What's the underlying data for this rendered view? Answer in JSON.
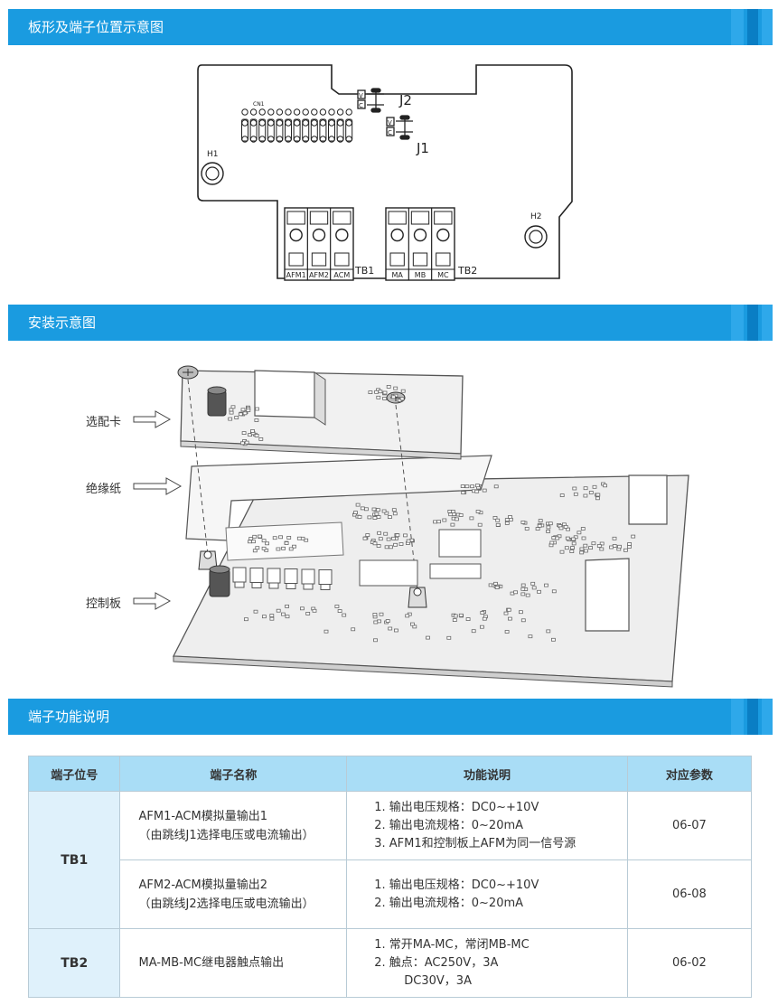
{
  "sections": {
    "board_layout": "板形及端子位置示意图",
    "install": "安装示意图",
    "terminal_function": "端子功能说明"
  },
  "board": {
    "cn1_label": "CN1",
    "h1_label": "H1",
    "h2_label": "H2",
    "j1_label": "J1",
    "j2_label": "J2",
    "jumper_v": "V",
    "jumper_c": "C",
    "tb1_label": "TB1",
    "tb2_label": "TB2",
    "tb1_terminals": [
      "AFM1",
      "AFM2",
      "ACM"
    ],
    "tb2_terminals": [
      "MA",
      "MB",
      "MC"
    ]
  },
  "install": {
    "labels": {
      "option_card": "选配卡",
      "insulation_paper": "绝缘纸",
      "control_board": "控制板"
    }
  },
  "table": {
    "headers": [
      "端子位号",
      "端子名称",
      "功能说明",
      "对应参数"
    ],
    "groups": [
      {
        "terminal": "TB1",
        "rows": [
          {
            "name_lines": [
              "AFM1-ACM模拟量输出1",
              "（由跳线J1选择电压或电流输出）"
            ],
            "func_lines": [
              "1. 输出电压规格：DC0~+10V",
              "2. 输出电流规格：0~20mA",
              "3. AFM1和控制板上AFM为同一信号源"
            ],
            "param": "06-07"
          },
          {
            "name_lines": [
              "AFM2-ACM模拟量输出2",
              "（由跳线J2选择电压或电流输出）"
            ],
            "func_lines": [
              "1. 输出电压规格：DC0~+10V",
              "2. 输出电流规格：0~20mA"
            ],
            "param": "06-08"
          }
        ]
      },
      {
        "terminal": "TB2",
        "rows": [
          {
            "name_lines": [
              "MA-MB-MC继电器触点输出"
            ],
            "func_lines": [
              "1. 常开MA-MC，常闭MB-MC",
              "2. 触点：AC250V，3A",
              "        DC30V，3A"
            ],
            "param": "06-02"
          }
        ]
      }
    ]
  },
  "colors": {
    "section_bar": "#1a9be0",
    "table_header": "#a9ddf6",
    "terminal_cell": "#dff1fb"
  }
}
